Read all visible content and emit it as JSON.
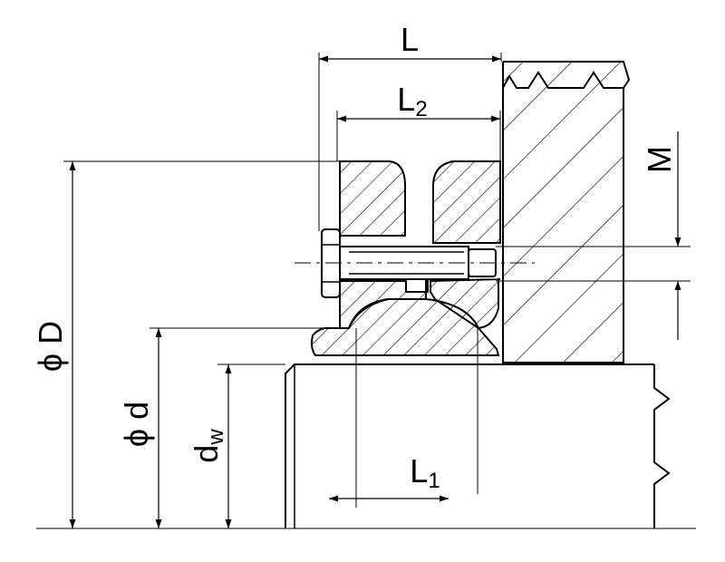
{
  "labels": {
    "L": "L",
    "L2_main": "L",
    "L2_sub": "2",
    "L1_main": "L",
    "L1_sub": "1",
    "M": "M",
    "phiD": "ϕ D",
    "phid": "ϕ d",
    "dw_main": "d",
    "dw_sub": "w"
  },
  "colors": {
    "line": "#000000",
    "background": "#ffffff"
  }
}
